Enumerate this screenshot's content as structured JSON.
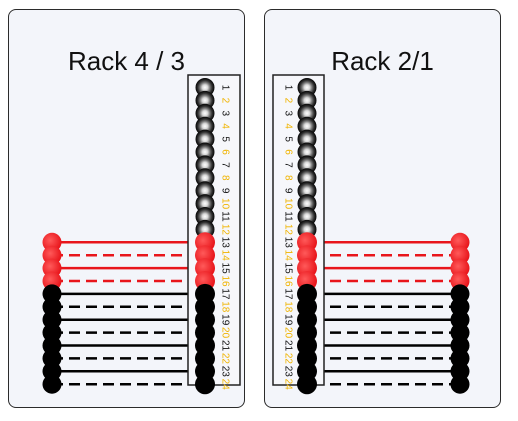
{
  "racks": [
    {
      "title": "Rack 4 / 3",
      "slot_count": 24,
      "numbers_side": "right",
      "lead_side": "left",
      "red_slots": [
        14,
        16
      ],
      "black_slots": [
        18,
        20,
        22,
        24
      ],
      "stacked_slots": [
        1,
        2,
        3,
        4,
        5,
        6,
        7,
        8,
        9,
        10,
        11,
        12
      ]
    },
    {
      "title": "Rack 2/1",
      "slot_count": 24,
      "numbers_side": "left",
      "lead_side": "right",
      "red_slots": [
        14,
        16
      ],
      "black_slots": [
        18,
        20,
        22,
        24
      ],
      "stacked_slots": [
        1,
        2,
        3,
        4,
        5,
        6,
        7,
        8,
        9,
        10,
        11,
        12
      ]
    }
  ],
  "colors": {
    "panel_bg": "#f3f5fa",
    "tray_bg": "#f6f7fb",
    "outline": "#222222",
    "red": "#e8151b",
    "black": "#000000",
    "odd_number": "#111111",
    "even_number": "#f0b400"
  }
}
